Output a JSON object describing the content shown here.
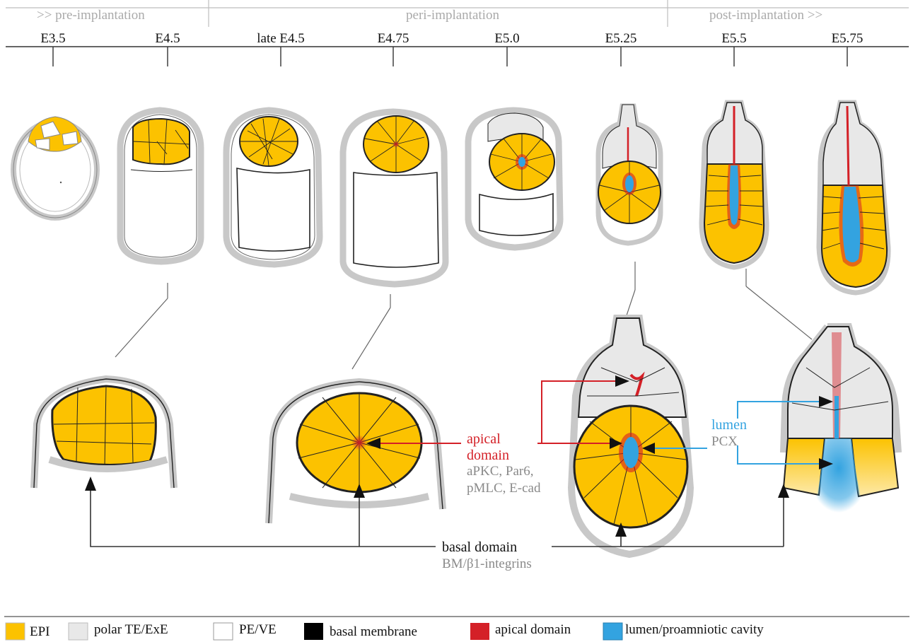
{
  "phases": {
    "pre": ">> pre-implantation",
    "peri": "peri-implantation",
    "post": "post-implantation >>"
  },
  "stages": [
    "E3.5",
    "E4.5",
    "late E4.5",
    "E4.75",
    "E5.0",
    "E5.25",
    "E5.5",
    "E5.75"
  ],
  "labels": {
    "apical_line1": "apical",
    "apical_line2": "domain",
    "apical_markers_1": "aPKC, Par6,",
    "apical_markers_2": "pMLC, E-cad",
    "lumen": "lumen",
    "lumen_marker": "PCX",
    "basal": "basal domain",
    "basal_marker": "BM/β1-integrins"
  },
  "legend": [
    {
      "label": "EPI",
      "color": "#fcc200",
      "icon": "epi-swatch"
    },
    {
      "label": "polar TE/ExE",
      "color": "#e8e8e8",
      "icon": "polar-te-swatch"
    },
    {
      "label": "PE/VE",
      "color": "#ffffff",
      "icon": "pe-ve-swatch"
    },
    {
      "label": "basal membrane",
      "color": "#000000",
      "icon": "basal-membrane-swatch"
    },
    {
      "label": "apical domain",
      "color": "#d42027",
      "icon": "apical-domain-swatch"
    },
    {
      "label": "lumen/proamniotic cavity",
      "color": "#33a3e0",
      "icon": "lumen-swatch"
    }
  ],
  "colors": {
    "epi": "#fcc200",
    "polar_te": "#e8e8e8",
    "apical": "#d42027",
    "lumen": "#33a3e0",
    "phase_text": "#aaaaaa"
  }
}
